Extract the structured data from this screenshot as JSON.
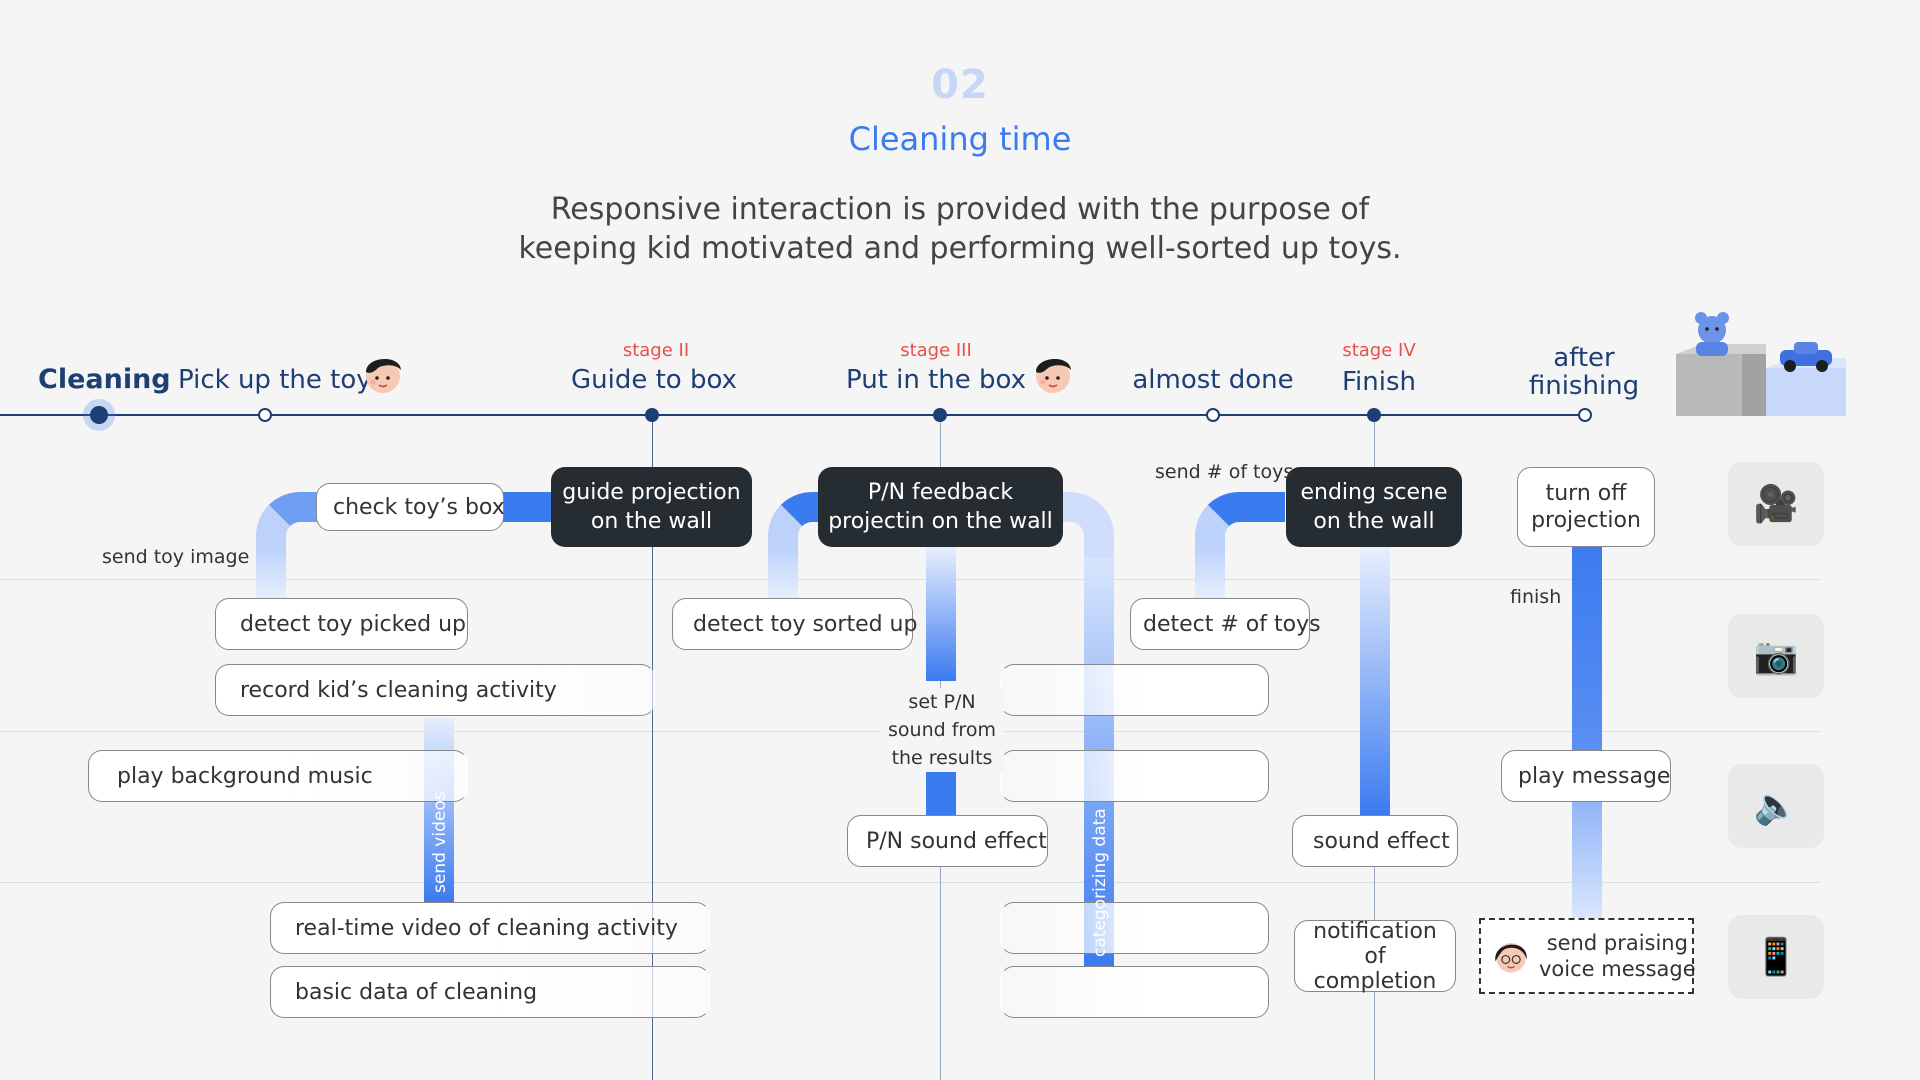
{
  "header": {
    "number": "02",
    "title": "Cleaning time",
    "description_line1": "Responsive interaction is provided with the purpose of",
    "description_line2": "keeping kid motivated and performing well-sorted up toys."
  },
  "timeline": {
    "section_label": "Cleaning",
    "stages": [
      {
        "label": "Pick up the toy",
        "tag": ""
      },
      {
        "label": "Guide to box",
        "tag": "stage II"
      },
      {
        "label": "Put in the box",
        "tag": "stage III"
      },
      {
        "label": "almost done",
        "tag": ""
      },
      {
        "label": "Finish",
        "tag": "stage IV"
      },
      {
        "label_line1": "after",
        "label_line2": "finishing",
        "tag": ""
      }
    ]
  },
  "boxes": {
    "check_box": "check toy’s box",
    "guide_projection_1": "guide projection",
    "guide_projection_2": "on the wall",
    "pn_feedback_1": "P/N feedback",
    "pn_feedback_2": "projectin on the wall",
    "ending_scene_1": "ending scene",
    "ending_scene_2": "on the wall",
    "turn_off_1": "turn off",
    "turn_off_2": "projection",
    "detect_picked": "detect toy picked up",
    "detect_sorted": "detect toy sorted up",
    "detect_count": "detect # of toys",
    "record_activity": "record kid’s cleaning activity",
    "play_music": "play background music",
    "play_message": "play message",
    "pn_sound": "P/N sound effect",
    "sound_effect": "sound effect",
    "realtime_video": "real-time video of cleaning activity",
    "basic_data": "basic data of cleaning",
    "notification_1": "notification",
    "notification_2": "of completion",
    "praise_1": "send praising",
    "praise_2": "voice message"
  },
  "flow_labels": {
    "send_image": "send toy image",
    "send_count": "send # of toys",
    "finish": "finish",
    "set_pn_1": "set P/N",
    "set_pn_2": "sound from",
    "set_pn_3": "the results",
    "send_videos": "send videos",
    "categorizing": "categorizing data"
  },
  "devices": [
    {
      "icon": "video-camera-icon",
      "glyph": "🎥"
    },
    {
      "icon": "camera-icon",
      "glyph": "📷"
    },
    {
      "icon": "speaker-icon",
      "glyph": "🔈"
    },
    {
      "icon": "smartphone-icon",
      "glyph": "📱"
    }
  ],
  "colors": {
    "navy": "#1e3f73",
    "accent_blue": "#3b7bf0",
    "stage_red": "#e8504b",
    "dark_box": "#252d33"
  }
}
